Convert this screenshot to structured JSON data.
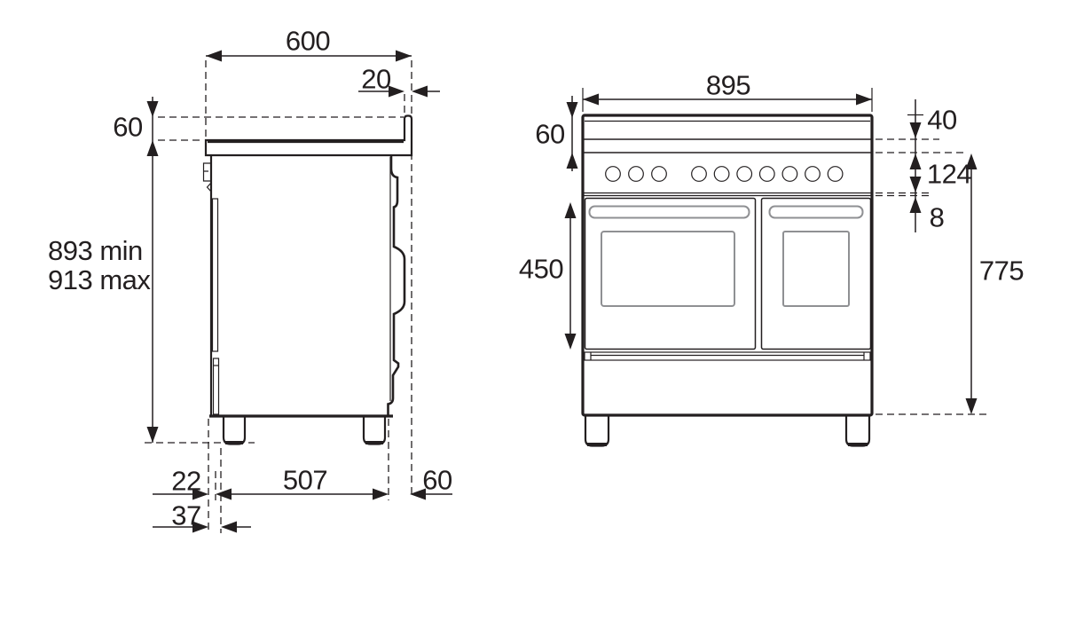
{
  "diagram": {
    "side_view": {
      "label_width_top": "600",
      "label_upstand_thickness": "20",
      "label_upstand_height": "60",
      "label_height_min": "893 min",
      "label_height_max": "913 max",
      "label_rear_clearance": "22",
      "label_foot_depth": "507",
      "label_front_clearance": "60",
      "label_rear_foot_offset": "37"
    },
    "front_view": {
      "label_width": "895",
      "label_hob_height": "60",
      "label_top_trim_height": "40",
      "label_control_panel_height": "124",
      "label_panel_door_gap": "8",
      "label_oven_door_height": "450",
      "label_lower_body_height": "775",
      "knob_groups": [
        3,
        7
      ]
    },
    "colors": {
      "line": "#231f20",
      "detail": "#8f9093",
      "background": "#ffffff"
    }
  }
}
